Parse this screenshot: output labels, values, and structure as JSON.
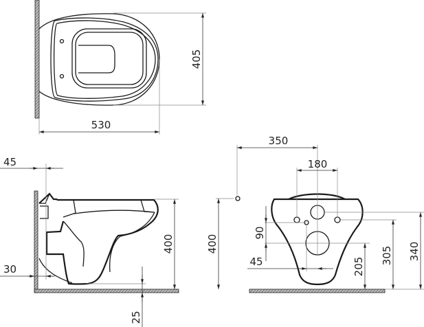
{
  "title": "Wall-hung toilet dimension drawing",
  "views": {
    "top": {
      "width_label": "530",
      "depth_label": "405"
    },
    "side": {
      "top_offset_label": "45",
      "bottom_offset_label": "30",
      "height_label": "400",
      "floor_gap_label": "25"
    },
    "front": {
      "outlet_offset_label": "350",
      "bolt_spacing_label": "180",
      "inlet_height_label": "400",
      "vertical_spacing_label": "90",
      "horizontal_offset_label": "45",
      "drain_height_label": "205",
      "bolt_height_label": "305",
      "top_hole_height_label": "340"
    }
  },
  "colors": {
    "line": "#1a1a1a",
    "dimension": "#333333"
  }
}
